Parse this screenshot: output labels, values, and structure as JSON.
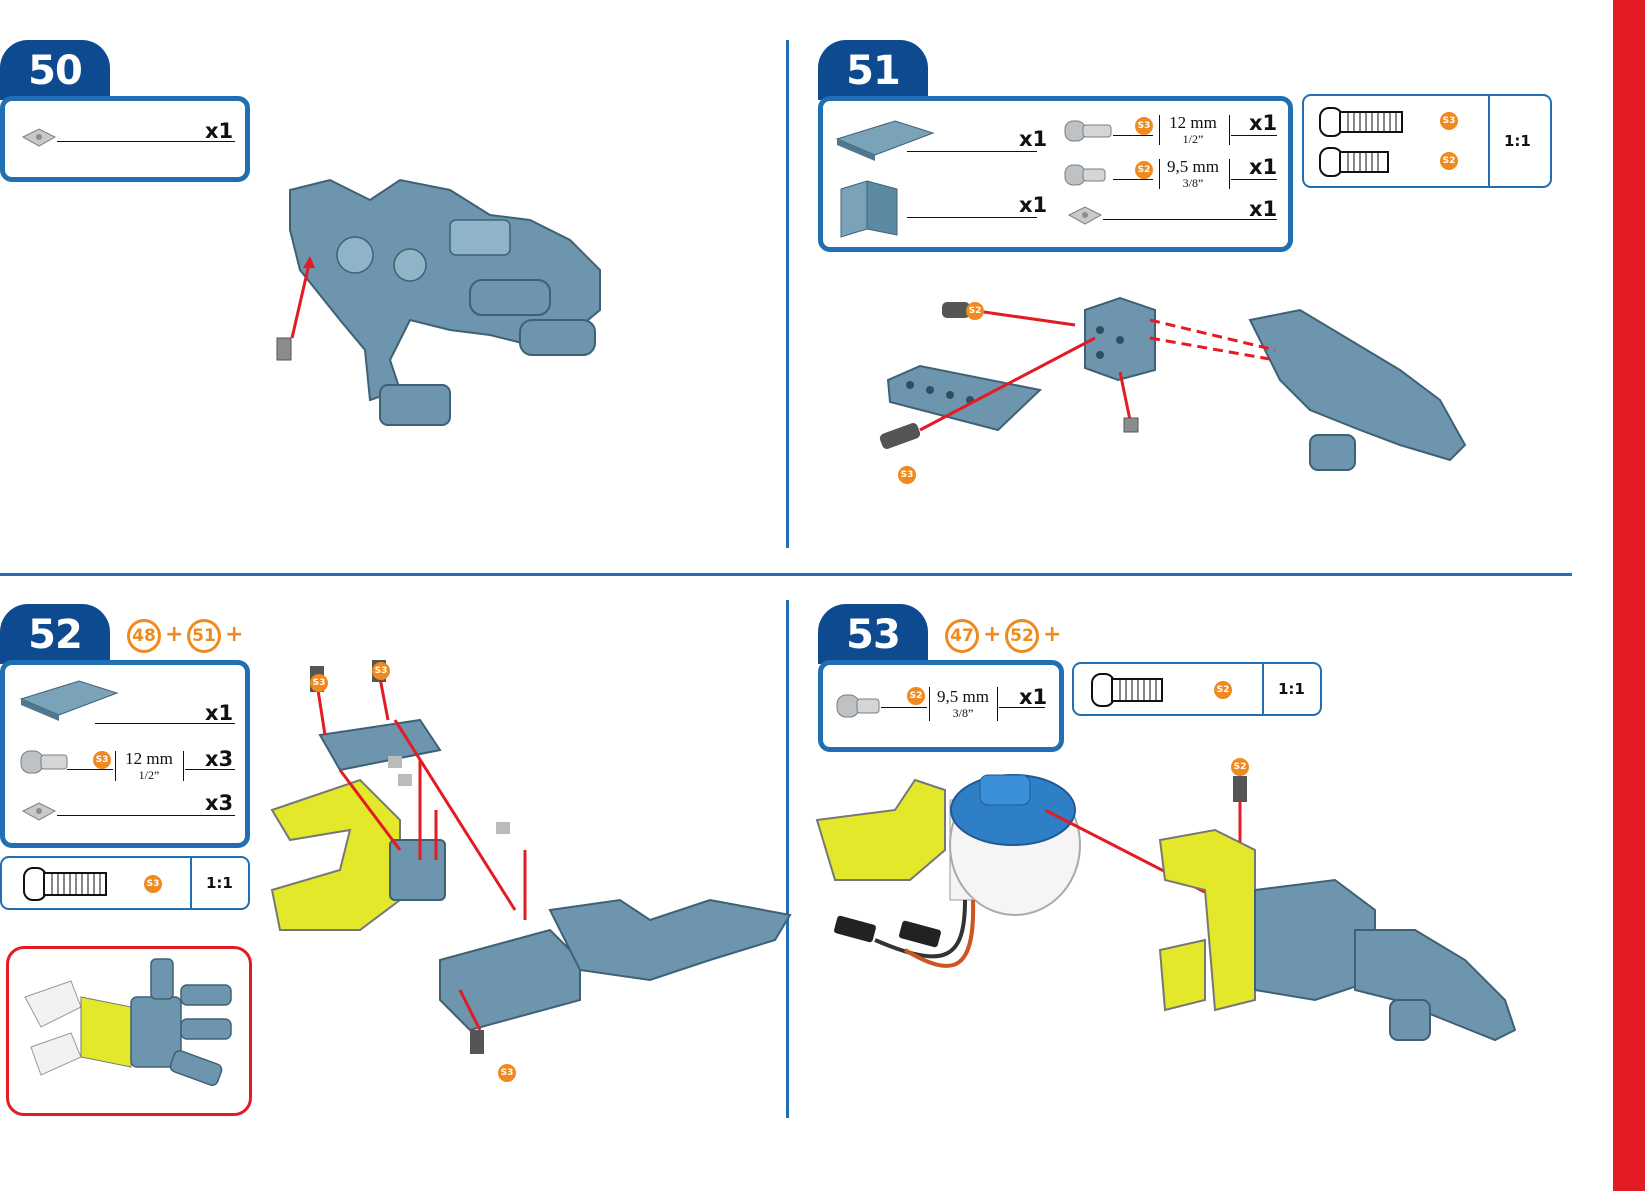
{
  "colors": {
    "step_bg": "#0d4a8f",
    "box_border": "#1f6fb2",
    "accent": "#f08a1e",
    "red": "#e31b23",
    "part_blue": "#5d8aa3",
    "part_yellow": "#e3e82a"
  },
  "steps": [
    {
      "number": "50",
      "parts": [
        {
          "icon": "nut-icon",
          "qty": "x1"
        }
      ]
    },
    {
      "number": "51",
      "parts": [
        {
          "icon": "plate-icon",
          "qty": "x1"
        },
        {
          "icon": "bracket-icon",
          "qty": "x1"
        },
        {
          "icon": "screw-icon",
          "badge": "S3",
          "length": "12 mm",
          "inch": "1/2”",
          "qty": "x1"
        },
        {
          "icon": "screw-icon",
          "badge": "S2",
          "length": "9,5 mm",
          "inch": "3/8”",
          "qty": "x1"
        },
        {
          "icon": "nut-icon",
          "qty": "x1"
        }
      ],
      "scale": {
        "badges": [
          "S3",
          "S2"
        ],
        "ratio": "1:1"
      },
      "callouts": [
        "S2",
        "S3"
      ]
    },
    {
      "number": "52",
      "refs": [
        "48",
        "51"
      ],
      "parts": [
        {
          "icon": "plate-icon",
          "qty": "x1"
        },
        {
          "icon": "screw-icon",
          "badge": "S3",
          "length": "12 mm",
          "inch": "1/2”",
          "qty": "x3"
        },
        {
          "icon": "nut-icon",
          "qty": "x3"
        }
      ],
      "scale": {
        "badges": [
          "S3"
        ],
        "ratio": "1:1"
      },
      "callouts": [
        "S3",
        "S3",
        "S3"
      ]
    },
    {
      "number": "53",
      "refs": [
        "47",
        "52"
      ],
      "parts": [
        {
          "icon": "screw-icon",
          "badge": "S2",
          "length": "9,5 mm",
          "inch": "3/8”",
          "qty": "x1"
        }
      ],
      "scale": {
        "badges": [
          "S2"
        ],
        "ratio": "1:1"
      },
      "callouts": [
        "S2"
      ]
    }
  ],
  "plus": "+"
}
